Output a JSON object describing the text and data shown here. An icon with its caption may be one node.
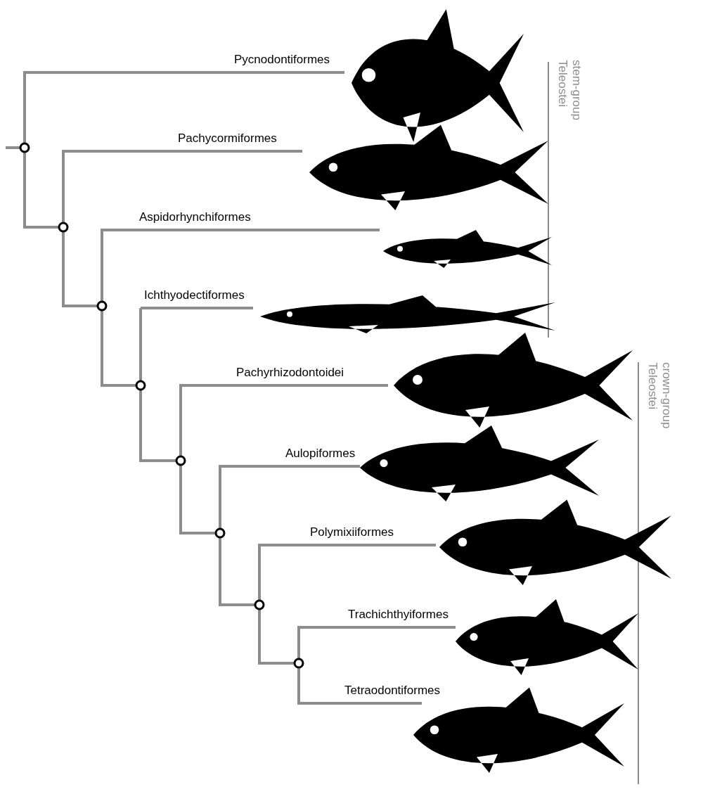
{
  "diagram": {
    "nodes": [
      {
        "text": [
          "Pycnodontiformes"
        ]
      },
      {
        "text": [],
        "shape": "circle"
      },
      {
        "text": [
          "Pachycormiformes"
        ]
      },
      {
        "text": [],
        "shape": "circle"
      },
      {
        "text": [
          "Aspidorhynchiformes"
        ]
      },
      {
        "text": [],
        "shape": "circle"
      },
      {
        "text": [
          "Ichthyodectiformes"
        ]
      },
      {
        "text": [],
        "shape": "circle"
      },
      {
        "text": [
          "Pachyrhizodontoidei"
        ]
      },
      {
        "text": [],
        "shape": "circle"
      },
      {
        "text": [
          "Aulopiformes"
        ]
      },
      {
        "text": [],
        "shape": "circle"
      },
      {
        "text": [
          "Polymixiiformes"
        ]
      },
      {
        "text": [],
        "shape": "circle"
      },
      {
        "text": [
          "Trachichthyiformes"
        ]
      },
      {
        "text": [],
        "shape": "circle"
      },
      {
        "text": [
          "Tetraodontiformes"
        ]
      }
    ],
    "edges": [
      {
        "from": null,
        "to": 1,
        "arrow": "none"
      },
      {
        "from": 1,
        "to": 0,
        "arrow": "none"
      },
      {
        "from": 1,
        "to": 3,
        "arrow": "none"
      },
      {
        "from": 3,
        "to": 2,
        "arrow": "none"
      },
      {
        "from": 3,
        "to": 5,
        "arrow": "none"
      },
      {
        "from": 5,
        "to": 4,
        "arrow": "none"
      },
      {
        "from": 5,
        "to": 7,
        "arrow": "none"
      },
      {
        "from": 7,
        "to": 6,
        "arrow": "none"
      },
      {
        "from": 7,
        "to": 9,
        "arrow": "none"
      },
      {
        "from": 9,
        "to": 8,
        "arrow": "none"
      },
      {
        "from": 9,
        "to": 11,
        "arrow": "none"
      },
      {
        "from": 11,
        "to": 10,
        "arrow": "none"
      },
      {
        "from": 11,
        "to": 13,
        "arrow": "none"
      },
      {
        "from": 13,
        "to": 12,
        "arrow": "none"
      },
      {
        "from": 13,
        "to": 15,
        "arrow": "none"
      },
      {
        "from": 15,
        "to": 14,
        "arrow": "none"
      },
      {
        "from": 15,
        "to": 16,
        "arrow": "none"
      }
    ],
    "labels": [
      "stem-group Teleostei",
      "crown-group Teleostei"
    ]
  }
}
